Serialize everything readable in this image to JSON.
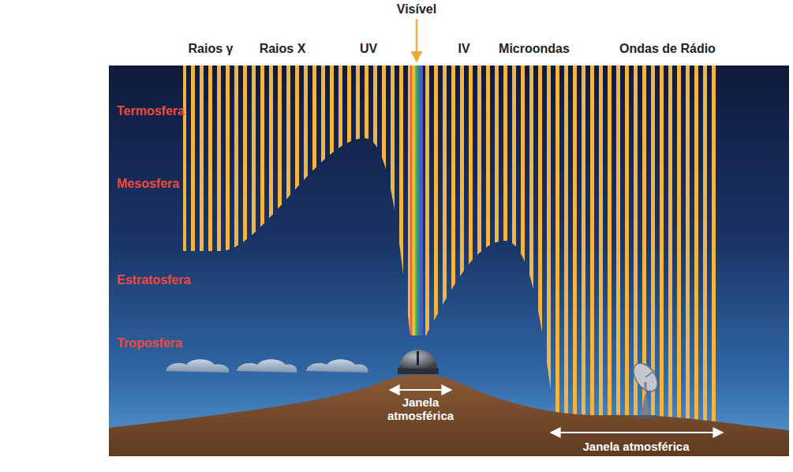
{
  "diagram": {
    "labels": [
      "Visível",
      "Raios γ",
      "Raios X",
      "UV",
      "IV",
      "Microondas",
      "Ondas de Rádio",
      "Termosfera",
      "Mesosfera",
      "Estratosfera",
      "Troposfera",
      "Janela atmosférica",
      "Janela atmosférica"
    ]
  }
}
